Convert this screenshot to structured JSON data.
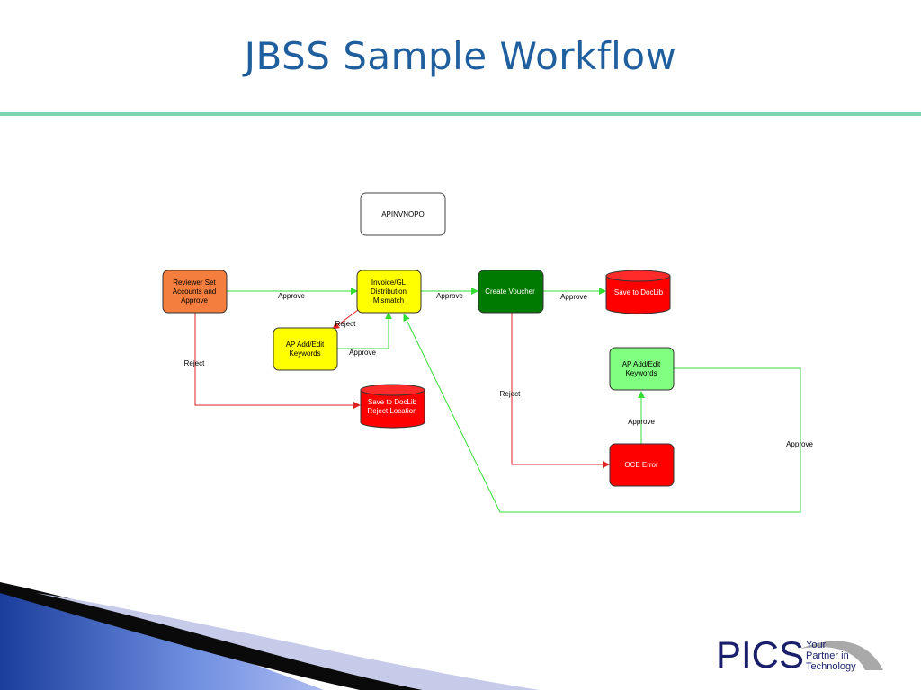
{
  "slide": {
    "title": "JBSS Sample Workflow"
  },
  "diagram": {
    "nodes": {
      "apinvnopo": "APINVNOPO",
      "reviewer": [
        "Reviewer Set",
        "Accounts and",
        "Approve"
      ],
      "invoice_gl": [
        "Invoice/GL",
        "Distribution",
        "Mismatch"
      ],
      "create_voucher": "Create Voucher",
      "save_doclib": "Save to DocLib",
      "ap_add_edit_1": [
        "AP Add/Edit",
        "Keywords"
      ],
      "save_reject": [
        "Save to DocLib",
        "Reject Location"
      ],
      "ap_add_edit_2": [
        "AP Add/Edit",
        "Keywords"
      ],
      "oce_error": "OCE Error"
    },
    "edge_labels": {
      "reviewer_approve": "Approve",
      "invoice_approve": "Approve",
      "voucher_approve": "Approve",
      "invoice_reject": "Reject",
      "ap_edit_approve": "Approve",
      "reviewer_reject": "Reject",
      "voucher_reject": "Reject",
      "oce_approve": "Approve",
      "loop_approve": "Approve"
    },
    "colors": {
      "reviewer": "#f47e3e",
      "invoice": "#ffff00",
      "voucher": "#007a00",
      "red": "#ff0000",
      "ap_edit_light": "#80ff80",
      "approve_line": "#33dd33",
      "reject_line": "#dd2222"
    }
  },
  "footer": {
    "logo_text": "PICS",
    "tagline": [
      "Your",
      "Partner in",
      "Technology"
    ],
    "logo_color": "#1a1f6b"
  }
}
